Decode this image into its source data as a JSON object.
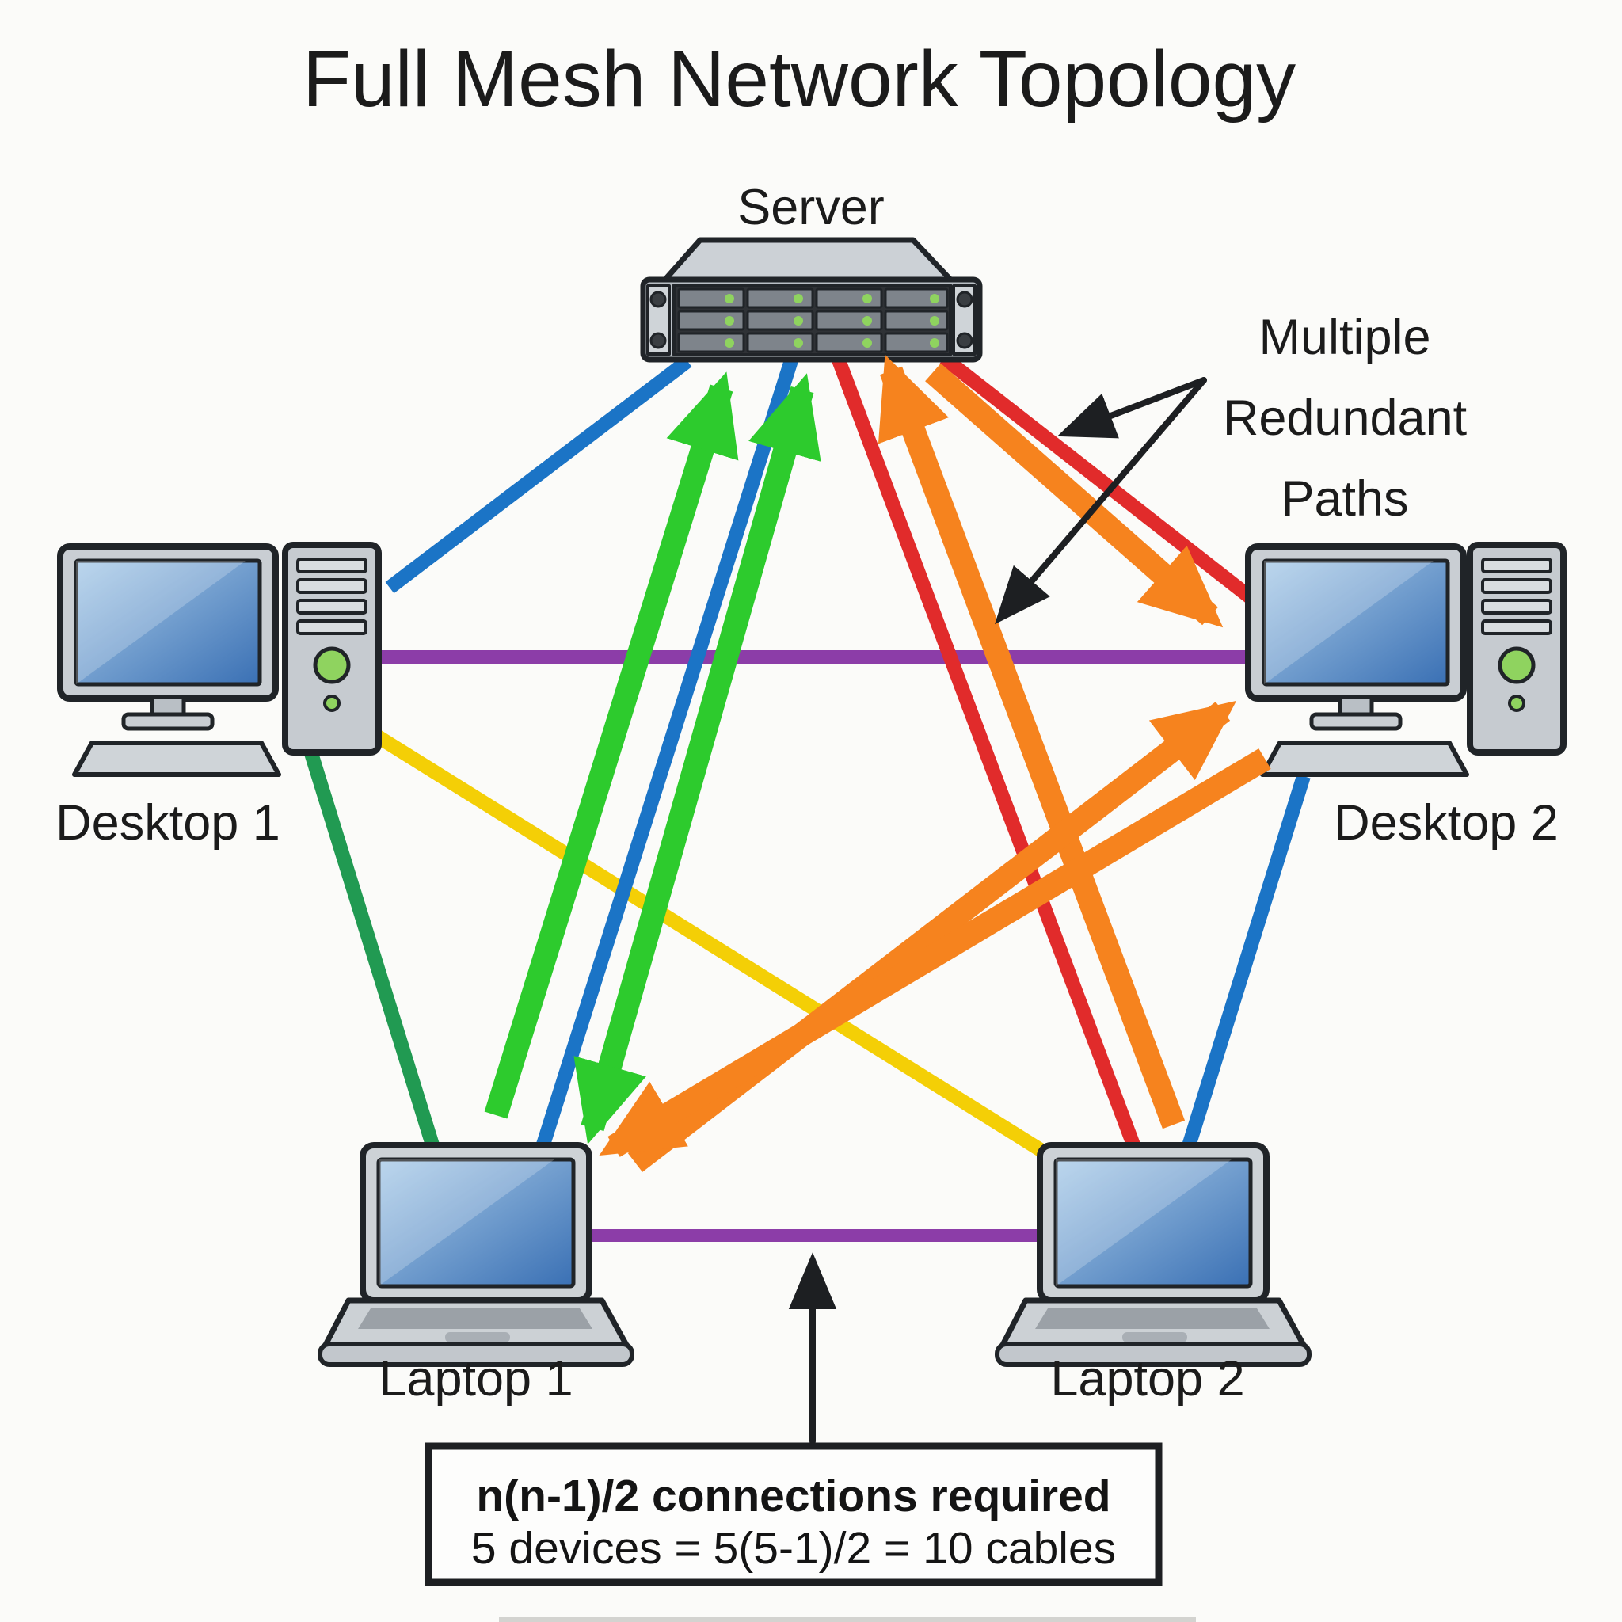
{
  "title": "Full Mesh Network Topology",
  "annotation": {
    "line1": "Multiple",
    "line2": "Redundant",
    "line3": "Paths"
  },
  "formula_box": {
    "line1": "n(n-1)/2 connections required",
    "line2": "5 devices = 5(5-1)/2 = 10 cables"
  },
  "devices": {
    "server": {
      "label": "Server"
    },
    "desktop1": {
      "label": "Desktop 1"
    },
    "desktop2": {
      "label": "Desktop 2"
    },
    "laptop1": {
      "label": "Laptop 1"
    },
    "laptop2": {
      "label": "Laptop 2"
    }
  },
  "connections": [
    {
      "from": "Server",
      "to": "Desktop 1",
      "color": "blue",
      "style": "line"
    },
    {
      "from": "Server",
      "to": "Laptop 1",
      "color": "blue",
      "style": "line"
    },
    {
      "from": "Server",
      "to": "Laptop 2",
      "color": "red",
      "style": "line"
    },
    {
      "from": "Server",
      "to": "Desktop 2",
      "color": "red",
      "style": "line"
    },
    {
      "from": "Desktop 1",
      "to": "Desktop 2",
      "color": "purple",
      "style": "line"
    },
    {
      "from": "Laptop 1",
      "to": "Laptop 2",
      "color": "purple",
      "style": "line"
    },
    {
      "from": "Desktop 1",
      "to": "Laptop 1",
      "color": "dark-green",
      "style": "line"
    },
    {
      "from": "Desktop 1",
      "to": "Laptop 2",
      "color": "yellow",
      "style": "line"
    },
    {
      "from": "Desktop 2",
      "to": "Laptop 2",
      "color": "blue",
      "style": "line"
    },
    {
      "from": "Laptop 1",
      "to": "Server",
      "color": "bright-green",
      "style": "redundant-arrows"
    },
    {
      "from": "Server",
      "to": "Desktop 2",
      "color": "orange",
      "style": "redundant-arrows"
    },
    {
      "from": "Laptop 2",
      "to": "Server",
      "color": "orange",
      "style": "redundant-arrow"
    },
    {
      "from": "Desktop 2",
      "to": "Laptop 1",
      "color": "orange",
      "style": "redundant-arrows"
    }
  ],
  "colors": {
    "background": "#fbfbf9",
    "blue": "#1b74c6",
    "red": "#e12b2b",
    "bright_green": "#2dcb2d",
    "dark_green": "#219a52",
    "yellow": "#f4cf06",
    "orange": "#f6831e",
    "purple": "#8c3da8",
    "black": "#1d1f22",
    "device_gray": "#c9ced3",
    "led_green": "#8fd35f"
  }
}
